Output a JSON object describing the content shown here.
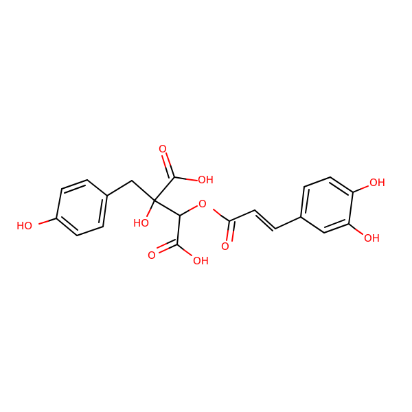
{
  "colors": {
    "background": "#ffffff",
    "carbon_bond": "#000000",
    "oxygen": "#ff0000"
  },
  "labels": {
    "phenol_oh": "HO",
    "c2_hydroxyl": "HO",
    "acid_top_carbonyl": "O",
    "acid_top_oh": "OH",
    "acid_bottom_carbonyl": "O",
    "acid_bottom_oh": "OH",
    "ester_o": "O",
    "ester_carbonyl": "O",
    "catechol_oh_top": "OH",
    "catechol_oh_bottom": "OH"
  }
}
